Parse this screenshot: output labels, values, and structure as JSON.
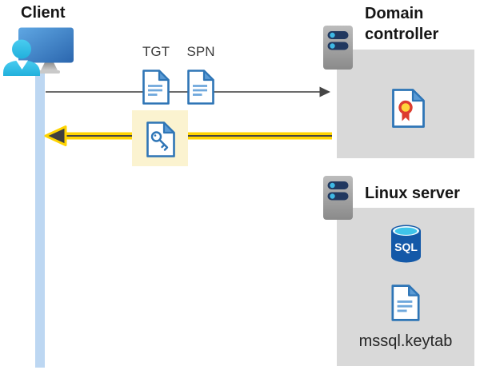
{
  "client": {
    "label": "Client"
  },
  "flow_labels": {
    "tgt": "TGT",
    "spn": "SPN"
  },
  "domain_controller": {
    "label": "Domain controller"
  },
  "linux_server": {
    "label": "Linux server",
    "sql_badge": "SQL",
    "keytab_file": "mssql.keytab"
  },
  "icons": {
    "client": "person-at-monitor-icon",
    "domain_controller": "server-icon",
    "linux_server": "server-icon",
    "tgt": "document-icon",
    "spn": "document-icon",
    "session_ticket": "key-document-icon",
    "certificate": "certificate-document-icon",
    "database": "sql-database-icon",
    "keytab": "document-icon"
  },
  "arrows": {
    "request": {
      "from": "client",
      "to": "domain-controller",
      "direction": "right",
      "color": "#575757"
    },
    "response": {
      "from": "domain-controller",
      "to": "client",
      "direction": "left",
      "color": "#FFD400",
      "highlighted": true
    }
  },
  "colors": {
    "panel_gray": "#D9D9D9",
    "lifeline_blue": "#BDD7F2",
    "highlight_cream": "#FBF3D0",
    "arrow_yellow": "#FFD400",
    "arrow_gray": "#575757",
    "doc_border_blue": "#2E75B6",
    "doc_fold_blue": "#5B9BD5",
    "doc_line_blue": "#6FA8DC",
    "person_cyan": "#35BFE5",
    "monitor_blue": "#2B66AE",
    "server_bar_navy": "#21385F",
    "server_dot_cyan": "#3EB9E5",
    "cert_red": "#DD3C2F",
    "cert_gold": "#FFD43B",
    "sql_blue": "#1459A8"
  }
}
